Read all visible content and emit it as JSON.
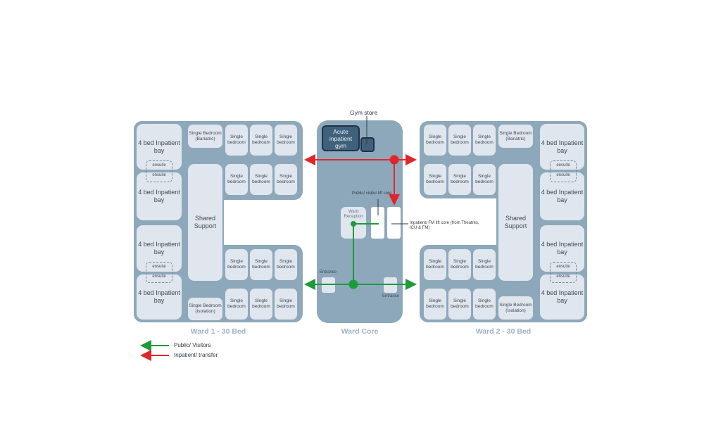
{
  "ward1": {
    "title": "Ward 1 - 30 Bed",
    "bay_label": "4 bed Inpatient bay",
    "ensuite_label": "ensuite",
    "support_label": "Shared Support",
    "single_label": "Single bedroom",
    "bariatric_label": "Single Bedroom (Bariatric)",
    "isolation_label": "Single Bedroom (Isolation)"
  },
  "ward2": {
    "title": "Ward 2 - 30 Bed",
    "bay_label": "4 bed Inpatient bay",
    "ensuite_label": "ensuite",
    "support_label": "Shared Support",
    "single_label": "Single bedroom",
    "bariatric_label": "Single Bedroom (Bariatric)",
    "isolation_label": "Single Bedroom (Isolation)"
  },
  "core": {
    "title": "Ward Core",
    "gym_label": "Acute inpatient gym",
    "gym_store_label": "Gym store",
    "reception_label": "Ward Reception",
    "public_lift_label": "Public/ visitor lift core",
    "inpatient_lift_label": "Inpatient/ FM lift core (from Theatres, ICU & FM)",
    "entrance_left_label": "Entrance",
    "entrance_right_label": "Entrance"
  },
  "legend": {
    "items": [
      {
        "label": "Public/ Visitors",
        "color": "#1e9a3a"
      },
      {
        "label": "Inpatient/ transfer",
        "color": "#e0262b"
      }
    ]
  },
  "colors": {
    "ward": "#8ea8bb",
    "room": "#dfe6ed",
    "gym": "#3f617b",
    "public": "#1e9a3a",
    "inpatient": "#e0262b"
  }
}
